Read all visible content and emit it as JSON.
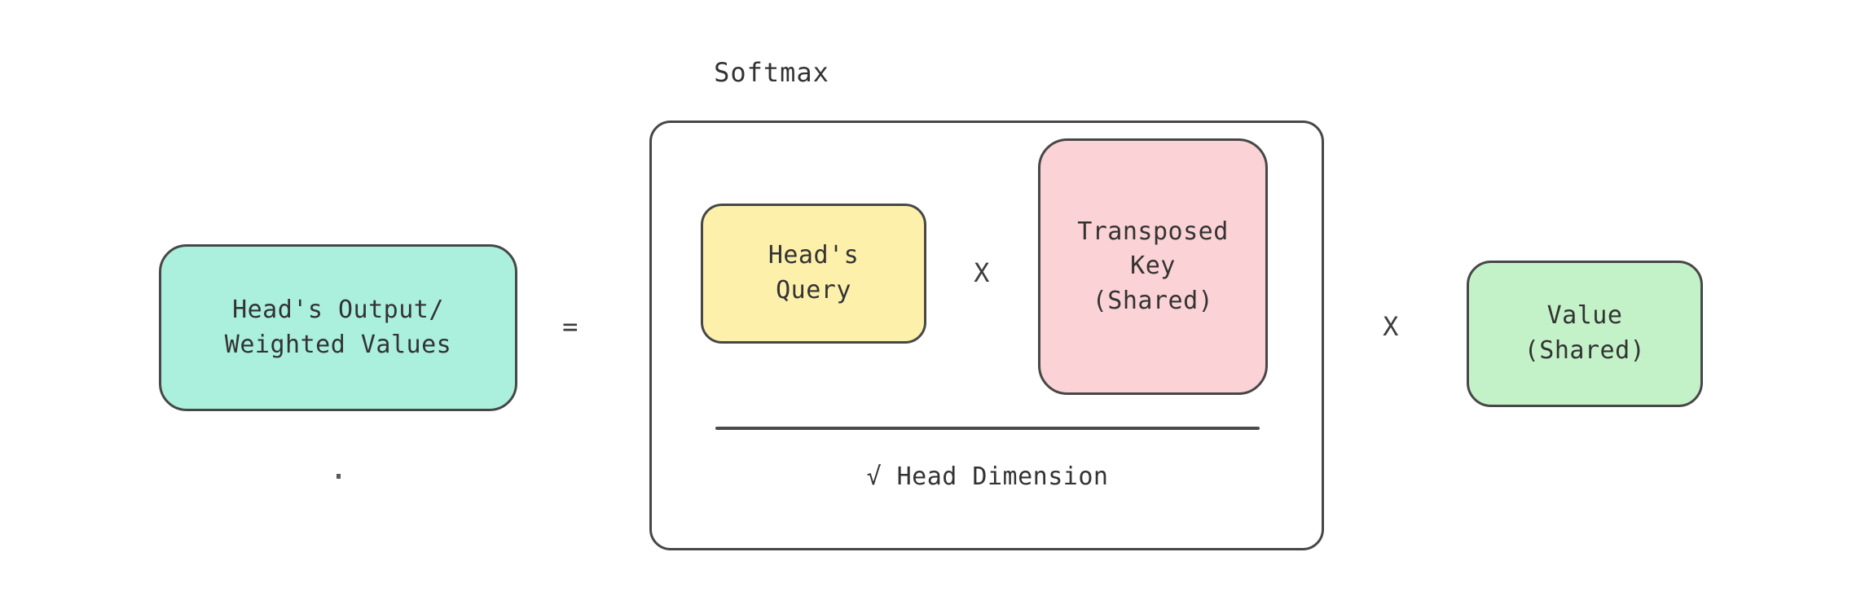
{
  "diagram": {
    "title_label": "Softmax",
    "equals_operator": "=",
    "multiply_operator_qk": "X",
    "multiply_operator_v": "X",
    "denominator_label": "√ Head Dimension",
    "nodes": {
      "output": {
        "label": "Head's Output/\nWeighted Values",
        "fill": "#abf0dc",
        "stroke": "#474747"
      },
      "query": {
        "label": "Head's\nQuery",
        "fill": "#fcf0ab",
        "stroke": "#474747"
      },
      "key": {
        "label": "Transposed\nKey\n(Shared)",
        "fill": "#fbd2d5",
        "stroke": "#474747"
      },
      "value": {
        "label": "Value\n(Shared)",
        "fill": "#c4f2c8",
        "stroke": "#474747"
      }
    },
    "colors": {
      "background": "#ffffff",
      "text": "#333333",
      "border": "#474747",
      "fraction_bar": "#4a4a4a"
    }
  }
}
